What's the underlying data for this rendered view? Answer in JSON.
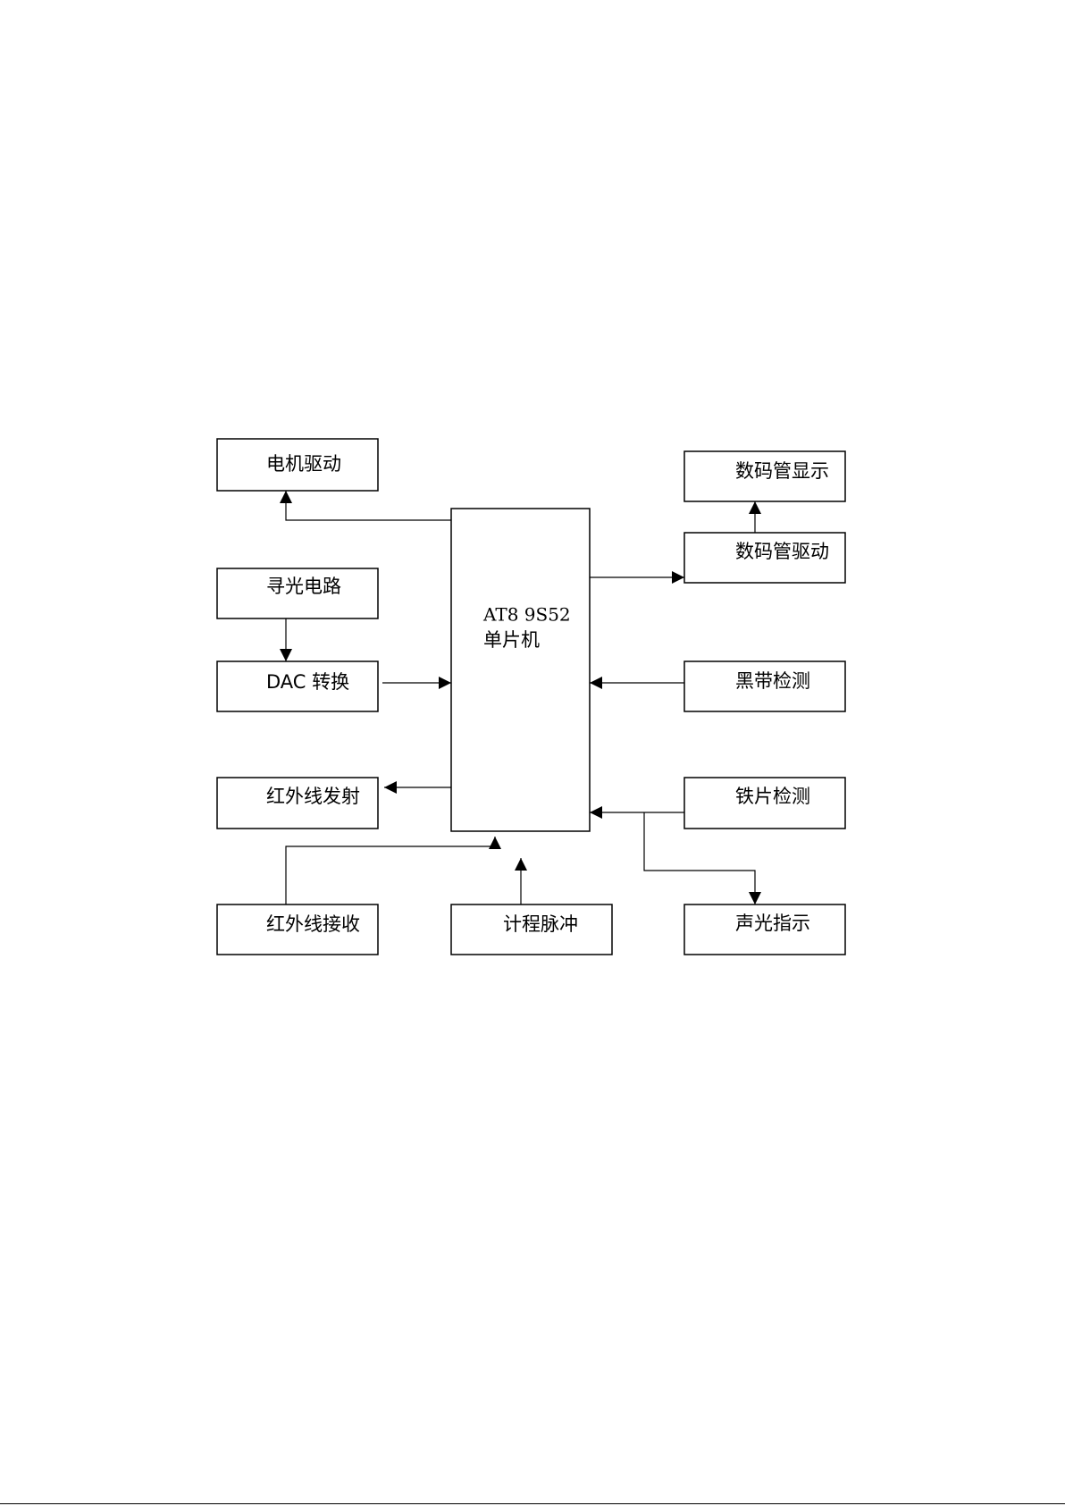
{
  "blocks": {
    "motor_drive": "电机驱动",
    "light_seek": "寻光电路",
    "dac_convert": "DAC 转换",
    "ir_transmit": "红外线发射",
    "ir_receive": "红外线接收",
    "pulse_count": "计程脉冲",
    "mcu_model": "AT8 9S52",
    "mcu_name": "单片机",
    "seg_display": "数码管显示",
    "seg_driver": "数码管驱动",
    "black_band": "黑带检测",
    "iron_detect": "铁片检测",
    "sound_light": "声光指示"
  }
}
